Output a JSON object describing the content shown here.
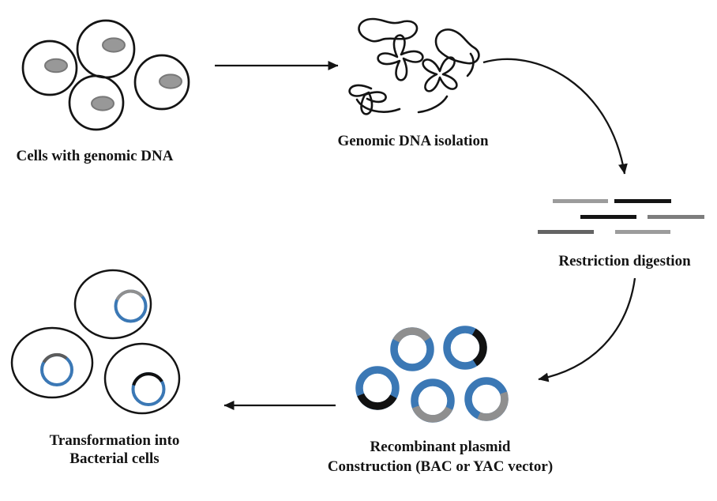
{
  "steps": [
    {
      "id": "cells",
      "label": "Cells with genomic DNA"
    },
    {
      "id": "isolation",
      "label": "Genomic DNA isolation"
    },
    {
      "id": "digestion",
      "label": "Restriction digestion"
    },
    {
      "id": "construction",
      "line1": "Recombinant plasmid",
      "line2": "Construction (BAC or YAC vector)"
    },
    {
      "id": "transformation",
      "line1": "Transformation into",
      "line2": "Bacterial cells"
    }
  ],
  "colors": {
    "outline": "#141414",
    "text": "#141414",
    "plasmid_blue": "#3b78b5",
    "insert_gray": "#8f8f8f",
    "insert_dark_gray": "#5c5c5c",
    "insert_black": "#111111",
    "nucleus_fill": "#989898",
    "nucleus_stroke": "#787878",
    "fragment_light_gray": "#9c9c9c",
    "fragment_medium_gray": "#7d7d7d",
    "fragment_dark_gray": "#646464",
    "fragment_black": "#141414"
  }
}
